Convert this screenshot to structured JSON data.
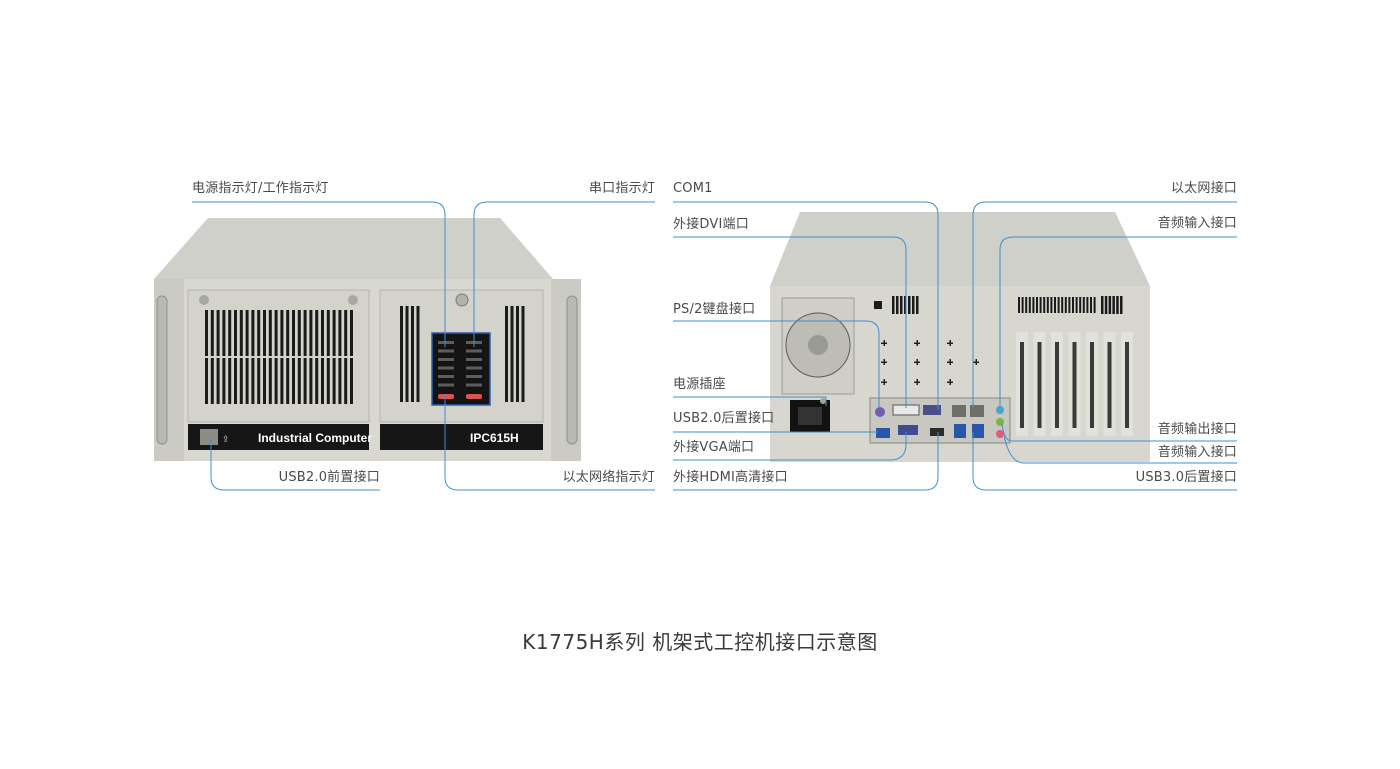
{
  "caption": "K1775H系列 机架式工控机接口示意图",
  "front": {
    "brand_text": "Industrial Computer",
    "model_text": "IPC615H",
    "labels": {
      "power_work_indicator": "电源指示灯/工作指示灯",
      "serial_indicator": "串口指示灯",
      "usb_front": "USB2.0前置接口",
      "ethernet_indicator": "以太网络指示灯"
    }
  },
  "rear": {
    "labels": {
      "com1": "COM1",
      "dvi": "外接DVI端口",
      "ps2": "PS/2键盘接口",
      "power_socket": "电源插座",
      "usb2_rear": "USB2.0后置接口",
      "vga": "外接VGA端口",
      "hdmi": "外接HDMI高清接口",
      "ethernet": "以太网接口",
      "audio_in_top": "音频输入接口",
      "audio_out": "音频输出接口",
      "audio_in_bottom": "音频输入接口",
      "usb3_rear": "USB3.0后置接口"
    }
  },
  "colors": {
    "chassis": "#d6d6cf",
    "chassis_top": "#cfd0c9",
    "chassis_dark": "#b9bab2",
    "grille": "#1a1a1a",
    "label_bar": "#161616",
    "leader": "#3f8fd0",
    "text": "#4a4a4a"
  }
}
